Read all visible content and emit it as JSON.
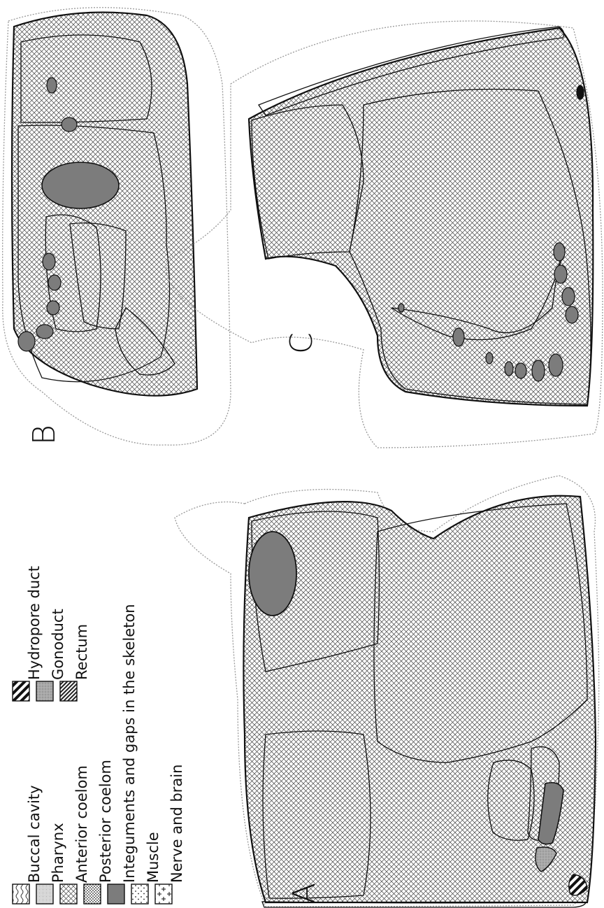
{
  "labels": {
    "figure_a": "A",
    "figure_b": "B",
    "figure_c": "C"
  },
  "legend": {
    "items": [
      {
        "label": "Buccal cavity",
        "pattern": "wave"
      },
      {
        "label": "Pharynx",
        "pattern": "light-stipple"
      },
      {
        "label": "Anterior coelom",
        "pattern": "crosshatch"
      },
      {
        "label": "Posterior coelom",
        "pattern": "dense-dots"
      },
      {
        "label": "Integuments and gaps in the skeleton",
        "pattern": "dark-gray"
      },
      {
        "label": "Muscle",
        "pattern": "sparse-dots"
      },
      {
        "label": "Nerve and brain",
        "pattern": "plus"
      },
      {
        "label": "Hydropore duct",
        "pattern": "bold-diagonal"
      },
      {
        "label": "Gonoduct",
        "pattern": "medium-stipple"
      },
      {
        "label": "Rectum",
        "pattern": "fine-diagonal"
      }
    ]
  },
  "colors": {
    "ink": "#111111",
    "pharynx_gray": "#d6d6d6",
    "integument_gray": "#7c7c7c",
    "outline_gray": "#999999"
  }
}
